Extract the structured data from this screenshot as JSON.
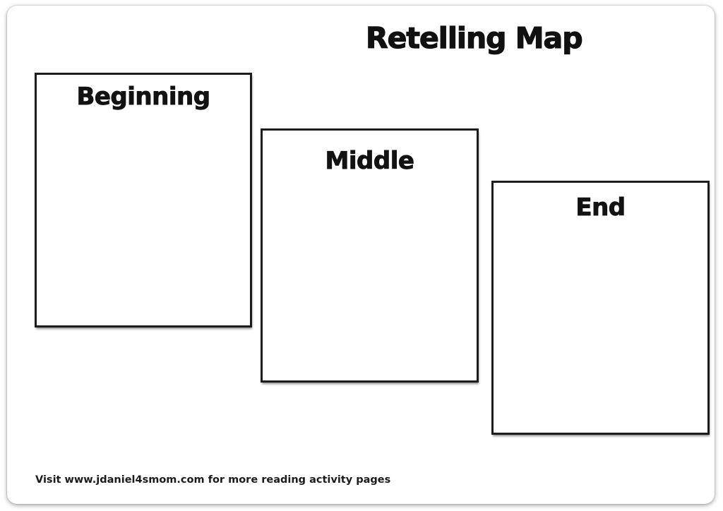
{
  "page": {
    "title": "Retelling Map",
    "boxes": [
      {
        "id": "beginning",
        "label": "Beginning"
      },
      {
        "id": "middle",
        "label": "Middle"
      },
      {
        "id": "end",
        "label": "End"
      }
    ],
    "footer": "Visit www.jdaniel4smom.com for more reading activity pages"
  },
  "colors": {
    "ink": "#111111",
    "box_border": "#1c1c1c",
    "page_background": "#ffffff"
  }
}
